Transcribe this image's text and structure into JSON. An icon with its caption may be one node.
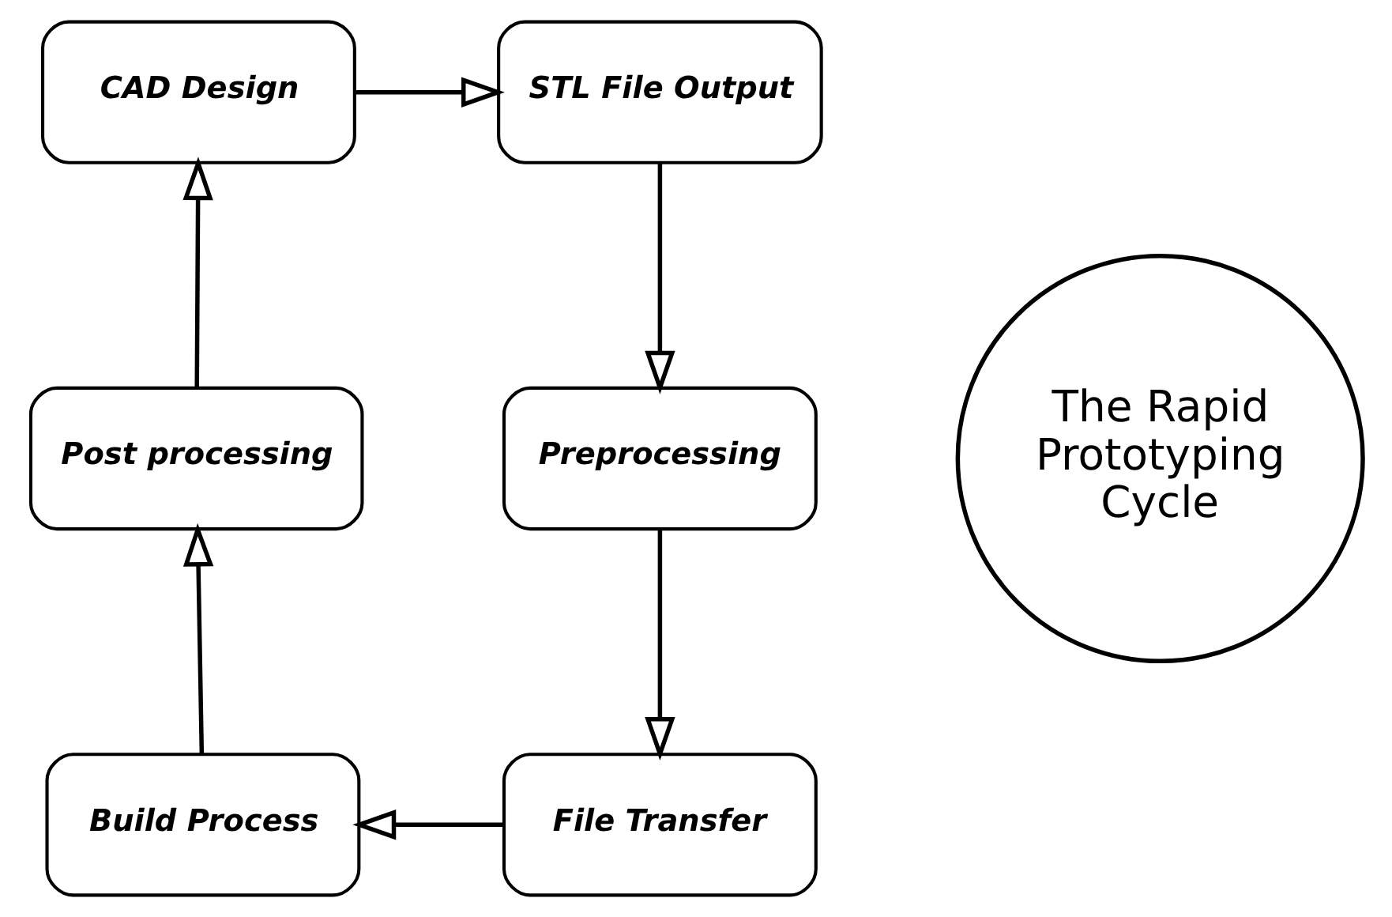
{
  "diagram": {
    "nodes": [
      {
        "text": [
          "CAD Design"
        ]
      },
      {
        "text": [
          "STL File Output"
        ]
      },
      {
        "text": [
          "Preprocessing"
        ]
      },
      {
        "text": [
          "File Transfer"
        ]
      },
      {
        "text": [
          "Build Process"
        ]
      },
      {
        "text": [
          "Post processing"
        ]
      },
      {
        "text": [
          "The Rapid Prototyping Cycle"
        ]
      }
    ],
    "edges": [
      {
        "from": 0,
        "to": 1,
        "arrow": "to"
      },
      {
        "from": 1,
        "to": 2,
        "arrow": "to"
      },
      {
        "from": 2,
        "to": 3,
        "arrow": "to"
      },
      {
        "from": 3,
        "to": 4,
        "arrow": "to"
      },
      {
        "from": 4,
        "to": 5,
        "arrow": "to"
      },
      {
        "from": 5,
        "to": 0,
        "arrow": "to"
      }
    ]
  }
}
